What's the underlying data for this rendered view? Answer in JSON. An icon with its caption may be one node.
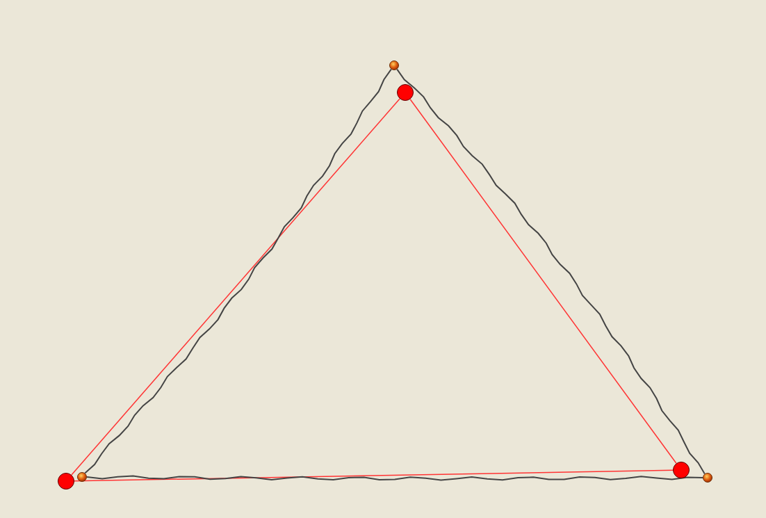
{
  "diagram": {
    "nodes": [
      {
        "text": [],
        "shape": "circle"
      },
      {
        "text": [],
        "shape": "circle"
      },
      {
        "text": [],
        "shape": "circle"
      },
      {
        "text": [],
        "shape": "circle"
      },
      {
        "text": [],
        "shape": "circle"
      },
      {
        "text": [],
        "shape": "circle"
      }
    ],
    "edges": [
      {
        "from": 0,
        "to": 3,
        "arrow": "none"
      },
      {
        "from": 3,
        "to": 4,
        "arrow": "none"
      },
      {
        "from": 0,
        "to": 4,
        "arrow": "none"
      },
      {
        "from": 1,
        "to": 2,
        "arrow": "none",
        "color": "#444444"
      },
      {
        "from": 2,
        "to": 5,
        "arrow": "none",
        "color": "#444444"
      },
      {
        "from": 1,
        "to": 5,
        "arrow": "none",
        "color": "#444444"
      }
    ]
  }
}
